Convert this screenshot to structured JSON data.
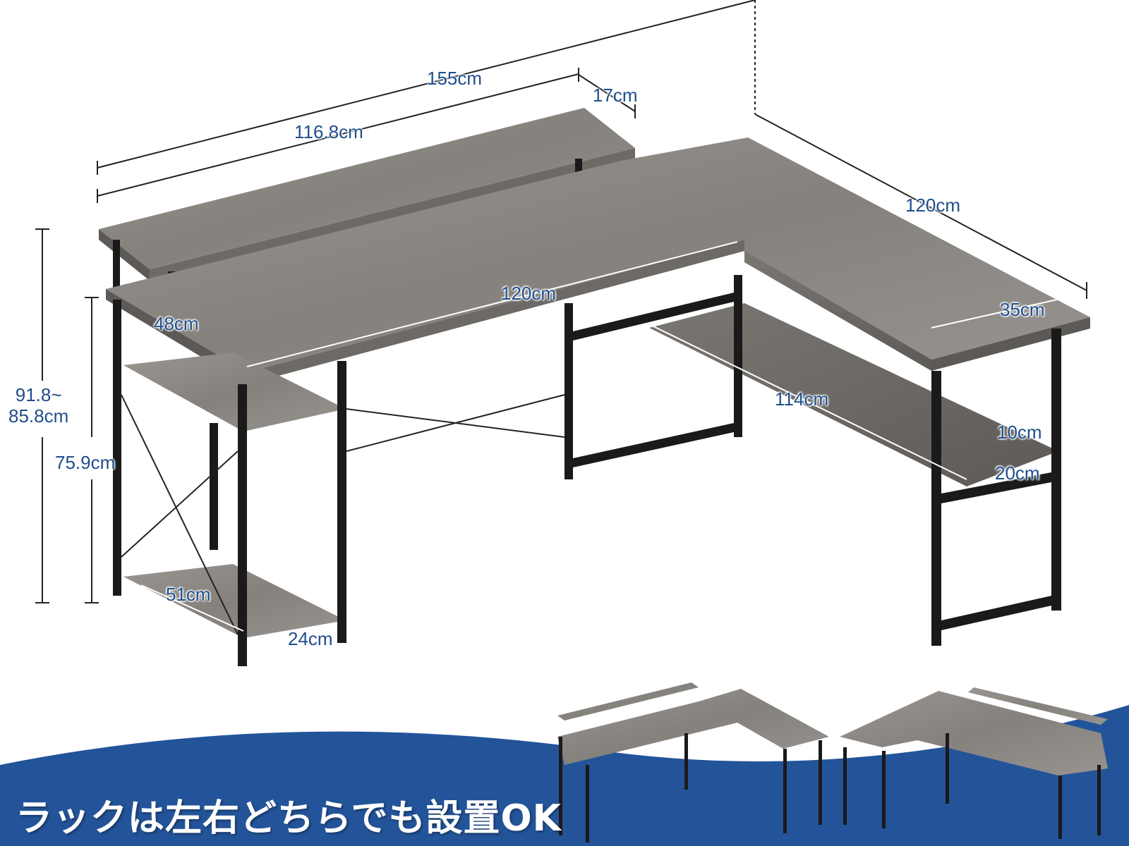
{
  "product": {
    "description": "L-shaped computer desk with monitor stand and side rack, grey wood-grain top, black steel frame"
  },
  "dimensions": {
    "overall_width": "155cm",
    "shelf_width": "116.8cm",
    "shelf_depth": "17cm",
    "side_length": "120cm",
    "side_depth": "35cm",
    "main_length": "120cm",
    "main_depth": "48cm",
    "height_adjustable": "91.8~\n85.8cm",
    "desk_height": "75.9cm",
    "lower_shelf_length": "114cm",
    "lower_shelf_gap": "10cm",
    "lower_shelf_depth": "20cm",
    "rack_length": "51cm",
    "rack_depth": "24cm"
  },
  "banner": {
    "text": "ラックは左右どちらでも設置OK",
    "color": "#23549a"
  },
  "colors": {
    "label": "#1f4e8c",
    "wood": "#8c8884",
    "wood_dark": "#6f6b67",
    "frame": "#1a1a1a",
    "dim_line": "#222222"
  }
}
